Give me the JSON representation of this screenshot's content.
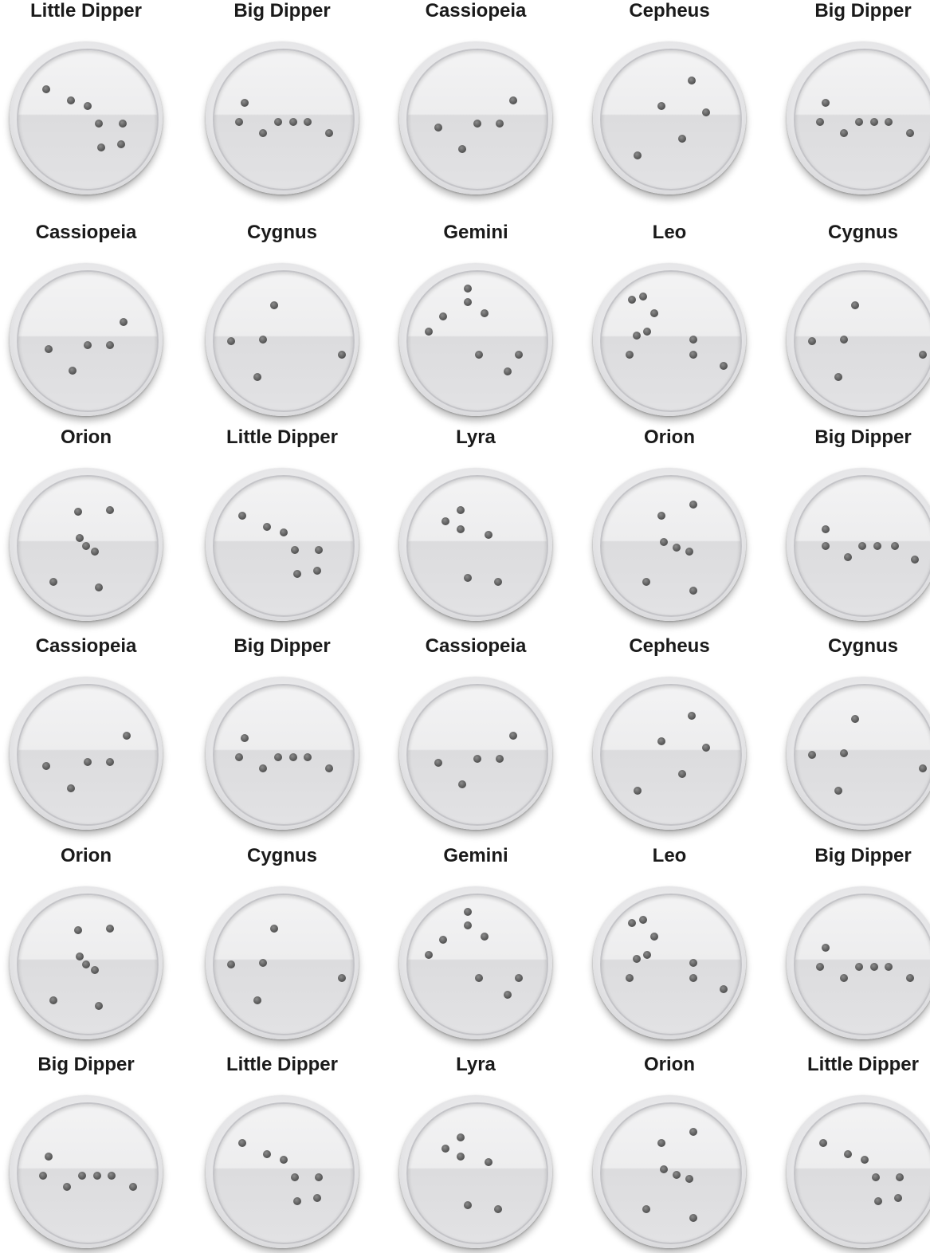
{
  "constellations": [
    {
      "name": "Little Dipper",
      "stars": [
        [
          0.2,
          0.28
        ],
        [
          0.38,
          0.36
        ],
        [
          0.5,
          0.4
        ],
        [
          0.58,
          0.53
        ],
        [
          0.75,
          0.53
        ],
        [
          0.6,
          0.7
        ],
        [
          0.74,
          0.68
        ]
      ]
    },
    {
      "name": "Big Dipper",
      "stars": [
        [
          0.22,
          0.38
        ],
        [
          0.18,
          0.52
        ],
        [
          0.35,
          0.6
        ],
        [
          0.46,
          0.52
        ],
        [
          0.57,
          0.52
        ],
        [
          0.67,
          0.52
        ],
        [
          0.83,
          0.6
        ]
      ]
    },
    {
      "name": "Cassiopeia",
      "stars": [
        [
          0.22,
          0.56
        ],
        [
          0.39,
          0.71
        ],
        [
          0.5,
          0.53
        ],
        [
          0.66,
          0.53
        ],
        [
          0.76,
          0.36
        ]
      ]
    },
    {
      "name": "Cepheus",
      "stars": [
        [
          0.65,
          0.22
        ],
        [
          0.43,
          0.4
        ],
        [
          0.75,
          0.45
        ],
        [
          0.58,
          0.64
        ],
        [
          0.26,
          0.76
        ]
      ]
    },
    {
      "name": "Big Dipper",
      "stars": [
        [
          0.22,
          0.38
        ],
        [
          0.18,
          0.52
        ],
        [
          0.35,
          0.6
        ],
        [
          0.46,
          0.52
        ],
        [
          0.57,
          0.52
        ],
        [
          0.67,
          0.52
        ],
        [
          0.83,
          0.6
        ]
      ]
    },
    {
      "name": "Cassiopeia",
      "stars": [
        [
          0.22,
          0.56
        ],
        [
          0.39,
          0.71
        ],
        [
          0.5,
          0.53
        ],
        [
          0.66,
          0.53
        ],
        [
          0.76,
          0.36
        ]
      ]
    },
    {
      "name": "Cygnus",
      "stars": [
        [
          0.43,
          0.24
        ],
        [
          0.12,
          0.5
        ],
        [
          0.35,
          0.49
        ],
        [
          0.92,
          0.6
        ],
        [
          0.31,
          0.76
        ]
      ]
    },
    {
      "name": "Gemini",
      "stars": [
        [
          0.43,
          0.12
        ],
        [
          0.43,
          0.22
        ],
        [
          0.55,
          0.3
        ],
        [
          0.25,
          0.32
        ],
        [
          0.15,
          0.43
        ],
        [
          0.51,
          0.6
        ],
        [
          0.8,
          0.6
        ],
        [
          0.72,
          0.72
        ]
      ]
    },
    {
      "name": "Leo",
      "stars": [
        [
          0.22,
          0.2
        ],
        [
          0.3,
          0.18
        ],
        [
          0.38,
          0.3
        ],
        [
          0.33,
          0.43
        ],
        [
          0.25,
          0.46
        ],
        [
          0.66,
          0.49
        ],
        [
          0.66,
          0.6
        ],
        [
          0.2,
          0.6
        ],
        [
          0.88,
          0.68
        ]
      ]
    },
    {
      "name": "Cygnus",
      "stars": [
        [
          0.43,
          0.24
        ],
        [
          0.12,
          0.5
        ],
        [
          0.35,
          0.49
        ],
        [
          0.92,
          0.6
        ],
        [
          0.31,
          0.76
        ]
      ]
    },
    {
      "name": "Orion",
      "stars": [
        [
          0.43,
          0.25
        ],
        [
          0.66,
          0.24
        ],
        [
          0.44,
          0.44
        ],
        [
          0.49,
          0.5
        ],
        [
          0.55,
          0.54
        ],
        [
          0.25,
          0.76
        ],
        [
          0.58,
          0.8
        ]
      ]
    },
    {
      "name": "Little Dipper",
      "stars": [
        [
          0.2,
          0.28
        ],
        [
          0.38,
          0.36
        ],
        [
          0.5,
          0.4
        ],
        [
          0.58,
          0.53
        ],
        [
          0.75,
          0.53
        ],
        [
          0.6,
          0.7
        ],
        [
          0.74,
          0.68
        ]
      ]
    },
    {
      "name": "Lyra",
      "stars": [
        [
          0.38,
          0.24
        ],
        [
          0.27,
          0.32
        ],
        [
          0.38,
          0.38
        ],
        [
          0.58,
          0.42
        ],
        [
          0.43,
          0.73
        ],
        [
          0.65,
          0.76
        ]
      ]
    },
    {
      "name": "Orion",
      "stars": [
        [
          0.43,
          0.28
        ],
        [
          0.66,
          0.2
        ],
        [
          0.45,
          0.47
        ],
        [
          0.54,
          0.51
        ],
        [
          0.63,
          0.54
        ],
        [
          0.32,
          0.76
        ],
        [
          0.66,
          0.82
        ]
      ]
    },
    {
      "name": "Big Dipper",
      "stars": [
        [
          0.22,
          0.38
        ],
        [
          0.22,
          0.5
        ],
        [
          0.38,
          0.58
        ],
        [
          0.48,
          0.5
        ],
        [
          0.59,
          0.5
        ],
        [
          0.72,
          0.5
        ],
        [
          0.86,
          0.6
        ]
      ]
    },
    {
      "name": "Cassiopeia",
      "stars": [
        [
          0.2,
          0.58
        ],
        [
          0.38,
          0.74
        ],
        [
          0.5,
          0.55
        ],
        [
          0.66,
          0.55
        ],
        [
          0.78,
          0.36
        ]
      ]
    },
    {
      "name": "Big Dipper",
      "stars": [
        [
          0.22,
          0.38
        ],
        [
          0.18,
          0.52
        ],
        [
          0.35,
          0.6
        ],
        [
          0.46,
          0.52
        ],
        [
          0.57,
          0.52
        ],
        [
          0.67,
          0.52
        ],
        [
          0.83,
          0.6
        ]
      ]
    },
    {
      "name": "Cassiopeia",
      "stars": [
        [
          0.22,
          0.56
        ],
        [
          0.39,
          0.71
        ],
        [
          0.5,
          0.53
        ],
        [
          0.66,
          0.53
        ],
        [
          0.76,
          0.36
        ]
      ]
    },
    {
      "name": "Cepheus",
      "stars": [
        [
          0.65,
          0.22
        ],
        [
          0.43,
          0.4
        ],
        [
          0.75,
          0.45
        ],
        [
          0.58,
          0.64
        ],
        [
          0.26,
          0.76
        ]
      ]
    },
    {
      "name": "Cygnus",
      "stars": [
        [
          0.43,
          0.24
        ],
        [
          0.12,
          0.5
        ],
        [
          0.35,
          0.49
        ],
        [
          0.92,
          0.6
        ],
        [
          0.31,
          0.76
        ]
      ]
    },
    {
      "name": "Orion",
      "stars": [
        [
          0.43,
          0.25
        ],
        [
          0.66,
          0.24
        ],
        [
          0.44,
          0.44
        ],
        [
          0.49,
          0.5
        ],
        [
          0.55,
          0.54
        ],
        [
          0.25,
          0.76
        ],
        [
          0.58,
          0.8
        ]
      ]
    },
    {
      "name": "Cygnus",
      "stars": [
        [
          0.43,
          0.24
        ],
        [
          0.12,
          0.5
        ],
        [
          0.35,
          0.49
        ],
        [
          0.92,
          0.6
        ],
        [
          0.31,
          0.76
        ]
      ]
    },
    {
      "name": "Gemini",
      "stars": [
        [
          0.43,
          0.12
        ],
        [
          0.43,
          0.22
        ],
        [
          0.55,
          0.3
        ],
        [
          0.25,
          0.32
        ],
        [
          0.15,
          0.43
        ],
        [
          0.51,
          0.6
        ],
        [
          0.8,
          0.6
        ],
        [
          0.72,
          0.72
        ]
      ]
    },
    {
      "name": "Leo",
      "stars": [
        [
          0.22,
          0.2
        ],
        [
          0.3,
          0.18
        ],
        [
          0.38,
          0.3
        ],
        [
          0.33,
          0.43
        ],
        [
          0.25,
          0.46
        ],
        [
          0.66,
          0.49
        ],
        [
          0.66,
          0.6
        ],
        [
          0.2,
          0.6
        ],
        [
          0.88,
          0.68
        ]
      ]
    },
    {
      "name": "Big Dipper",
      "stars": [
        [
          0.22,
          0.38
        ],
        [
          0.18,
          0.52
        ],
        [
          0.35,
          0.6
        ],
        [
          0.46,
          0.52
        ],
        [
          0.57,
          0.52
        ],
        [
          0.67,
          0.52
        ],
        [
          0.83,
          0.6
        ]
      ]
    },
    {
      "name": "Big Dipper",
      "stars": [
        [
          0.22,
          0.38
        ],
        [
          0.18,
          0.52
        ],
        [
          0.35,
          0.6
        ],
        [
          0.46,
          0.52
        ],
        [
          0.57,
          0.52
        ],
        [
          0.67,
          0.52
        ],
        [
          0.83,
          0.6
        ]
      ]
    },
    {
      "name": "Little Dipper",
      "stars": [
        [
          0.2,
          0.28
        ],
        [
          0.38,
          0.36
        ],
        [
          0.5,
          0.4
        ],
        [
          0.58,
          0.53
        ],
        [
          0.75,
          0.53
        ],
        [
          0.6,
          0.7
        ],
        [
          0.74,
          0.68
        ]
      ]
    },
    {
      "name": "Lyra",
      "stars": [
        [
          0.38,
          0.24
        ],
        [
          0.27,
          0.32
        ],
        [
          0.38,
          0.38
        ],
        [
          0.58,
          0.42
        ],
        [
          0.43,
          0.73
        ],
        [
          0.65,
          0.76
        ]
      ]
    },
    {
      "name": "Orion",
      "stars": [
        [
          0.43,
          0.28
        ],
        [
          0.66,
          0.2
        ],
        [
          0.45,
          0.47
        ],
        [
          0.54,
          0.51
        ],
        [
          0.63,
          0.54
        ],
        [
          0.32,
          0.76
        ],
        [
          0.66,
          0.82
        ]
      ]
    },
    {
      "name": "Little Dipper",
      "stars": [
        [
          0.2,
          0.28
        ],
        [
          0.38,
          0.36
        ],
        [
          0.5,
          0.4
        ],
        [
          0.58,
          0.53
        ],
        [
          0.75,
          0.53
        ],
        [
          0.6,
          0.7
        ],
        [
          0.74,
          0.68
        ]
      ]
    }
  ]
}
